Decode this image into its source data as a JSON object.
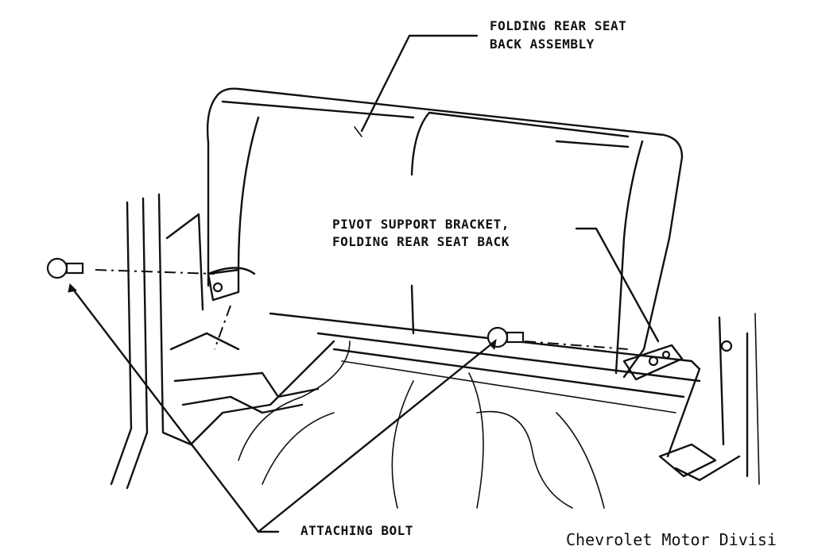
{
  "labels": {
    "seat_back_line1": "FOLDING REAR SEAT",
    "seat_back_line2": "BACK ASSEMBLY",
    "bracket_line1": "PIVOT SUPPORT BRACKET,",
    "bracket_line2": "FOLDING REAR SEAT BACK",
    "bolt": "ATTACHING BOLT",
    "credit": "Chevrolet Motor Divisi"
  }
}
